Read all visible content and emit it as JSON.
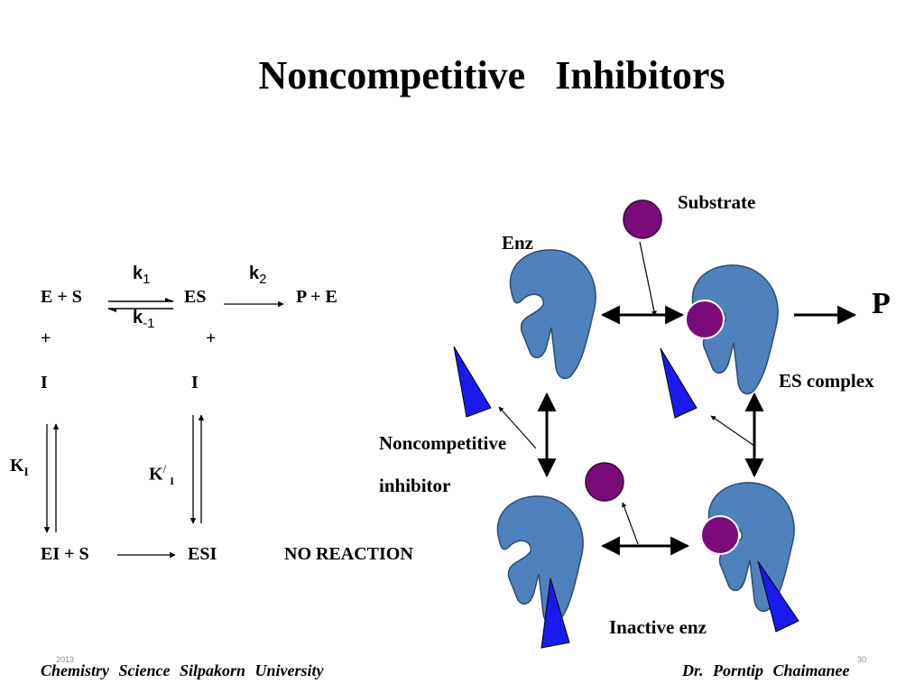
{
  "title": "Noncompetitive    Inhibitors",
  "equation": {
    "row1_left": "E + S",
    "row1_mid": "ES",
    "row1_right": "P + E",
    "k1": "k",
    "k1_sub": "1",
    "k_minus1": "k",
    "k_minus1_sub": "-1",
    "k2": "k",
    "k2_sub": "2",
    "plus_left": "+",
    "plus_right": "+",
    "I_left": "I",
    "I_right": "I",
    "KI": "K",
    "KI_sub": "I",
    "KpI": "K",
    "KpI_sup": "/",
    "KpI_sub": "I",
    "row3_left": "EI + S",
    "row3_mid": "ESI",
    "row3_right": "NO REACTION"
  },
  "labels": {
    "substrate": "Substrate",
    "enz": "Enz",
    "product": "P",
    "es_complex": "ES complex",
    "inhibitor_line1": "Noncompetitive",
    "inhibitor_line2": "inhibitor",
    "inactive_enz": "Inactive enz"
  },
  "footer": {
    "left": "Chemistry   Science   Silpakorn University",
    "right": "Dr. Porntip  Chaimanee",
    "year": "2013",
    "page": "30"
  },
  "colors": {
    "enzyme": "#4f81bd",
    "enzyme_stroke": "#2d4d73",
    "substrate": "#7b0b7b",
    "inhibitor": "#1a1aee"
  }
}
